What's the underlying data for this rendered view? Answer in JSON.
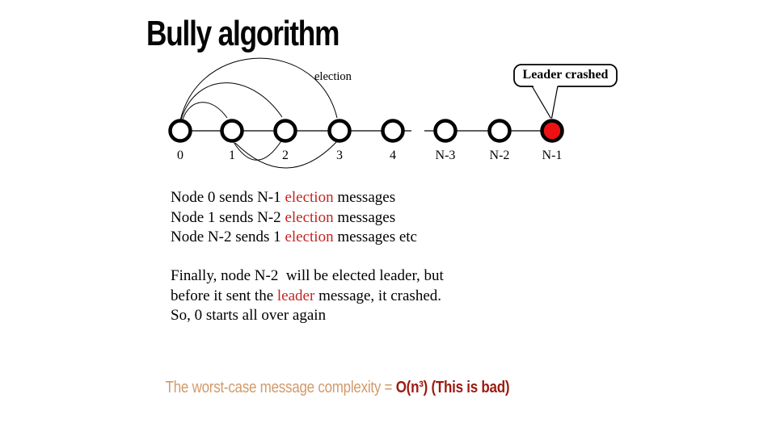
{
  "slide": {
    "title": "Bully algorithm",
    "diagram": {
      "election_label": "election",
      "callout": "Leader crashed",
      "nodes": [
        {
          "label": "0",
          "crashed": false
        },
        {
          "label": "1",
          "crashed": false
        },
        {
          "label": "2",
          "crashed": false
        },
        {
          "label": "3",
          "crashed": false
        },
        {
          "label": "4",
          "crashed": false
        },
        {
          "label": "N-3",
          "crashed": false
        },
        {
          "label": "N-2",
          "crashed": false
        },
        {
          "label": "N-1",
          "crashed": true
        }
      ]
    },
    "message_lines": [
      {
        "pre": "Node 0 sends N-1 ",
        "accent": "election",
        "post": " messages"
      },
      {
        "pre": "Node 1 sends N-2 ",
        "accent": "election",
        "post": " messages"
      },
      {
        "pre": "Node N-2 sends 1 ",
        "accent": "election",
        "post": " messages etc"
      }
    ],
    "explanation_lines": [
      {
        "pre": "Finally, node N-2  will be elected leader, but",
        "accent": "",
        "post": ""
      },
      {
        "pre": "before it sent the ",
        "accent": "leader",
        "post": " message, it crashed."
      },
      {
        "pre": "So, 0 starts all over again",
        "accent": "",
        "post": ""
      }
    ],
    "complexity": {
      "prefix": "The worst-case message complexity = ",
      "result": "O(n³) (This is bad)"
    },
    "colors": {
      "accent_red": "#c42323",
      "crashed_node_fill": "#ee1111",
      "node_fill": "#ffffff",
      "complexity_prefix": "#d29a6a",
      "complexity_result": "#9b1b10"
    }
  }
}
